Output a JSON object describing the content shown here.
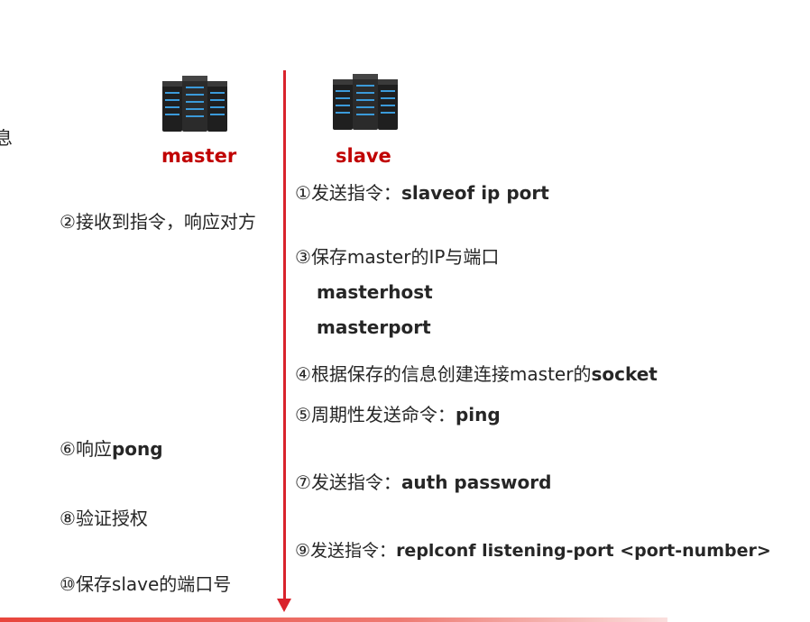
{
  "partial_edge_text": "息",
  "nodes": {
    "master": "master",
    "slave": "slave"
  },
  "steps": [
    {
      "num": "①",
      "text": "发送指令：",
      "bold": "slaveof  ip  port"
    },
    {
      "num": "②",
      "text": "接收到指令，响应对方",
      "bold": ""
    },
    {
      "num": "③",
      "text": "保存master的IP与端口",
      "bold": ""
    },
    {
      "num": "",
      "text": "",
      "bold": "masterhost"
    },
    {
      "num": "",
      "text": "",
      "bold": "masterport"
    },
    {
      "num": "④",
      "text": "根据保存的信息创建连接master的",
      "bold": "socket"
    },
    {
      "num": "⑤",
      "text": "周期性发送命令：",
      "bold": "ping"
    },
    {
      "num": "⑥",
      "text": "响应",
      "bold": "pong"
    },
    {
      "num": "⑦",
      "text": "发送指令：",
      "bold": "auth  password"
    },
    {
      "num": "⑧",
      "text": "验证授权",
      "bold": ""
    },
    {
      "num": "⑨",
      "text": "发送指令：",
      "bold": "replconf listening-port <port-number>"
    },
    {
      "num": "⑩",
      "text": "保存slave的端口号",
      "bold": ""
    }
  ],
  "colors": {
    "accent": "#c00000",
    "divider": "#d9232c",
    "text": "#262626",
    "server_body": "#2b2b2b",
    "server_light": "#3b9ad9"
  },
  "icons": {
    "master_icon": "server-rack-icon",
    "slave_icon": "server-rack-icon"
  }
}
